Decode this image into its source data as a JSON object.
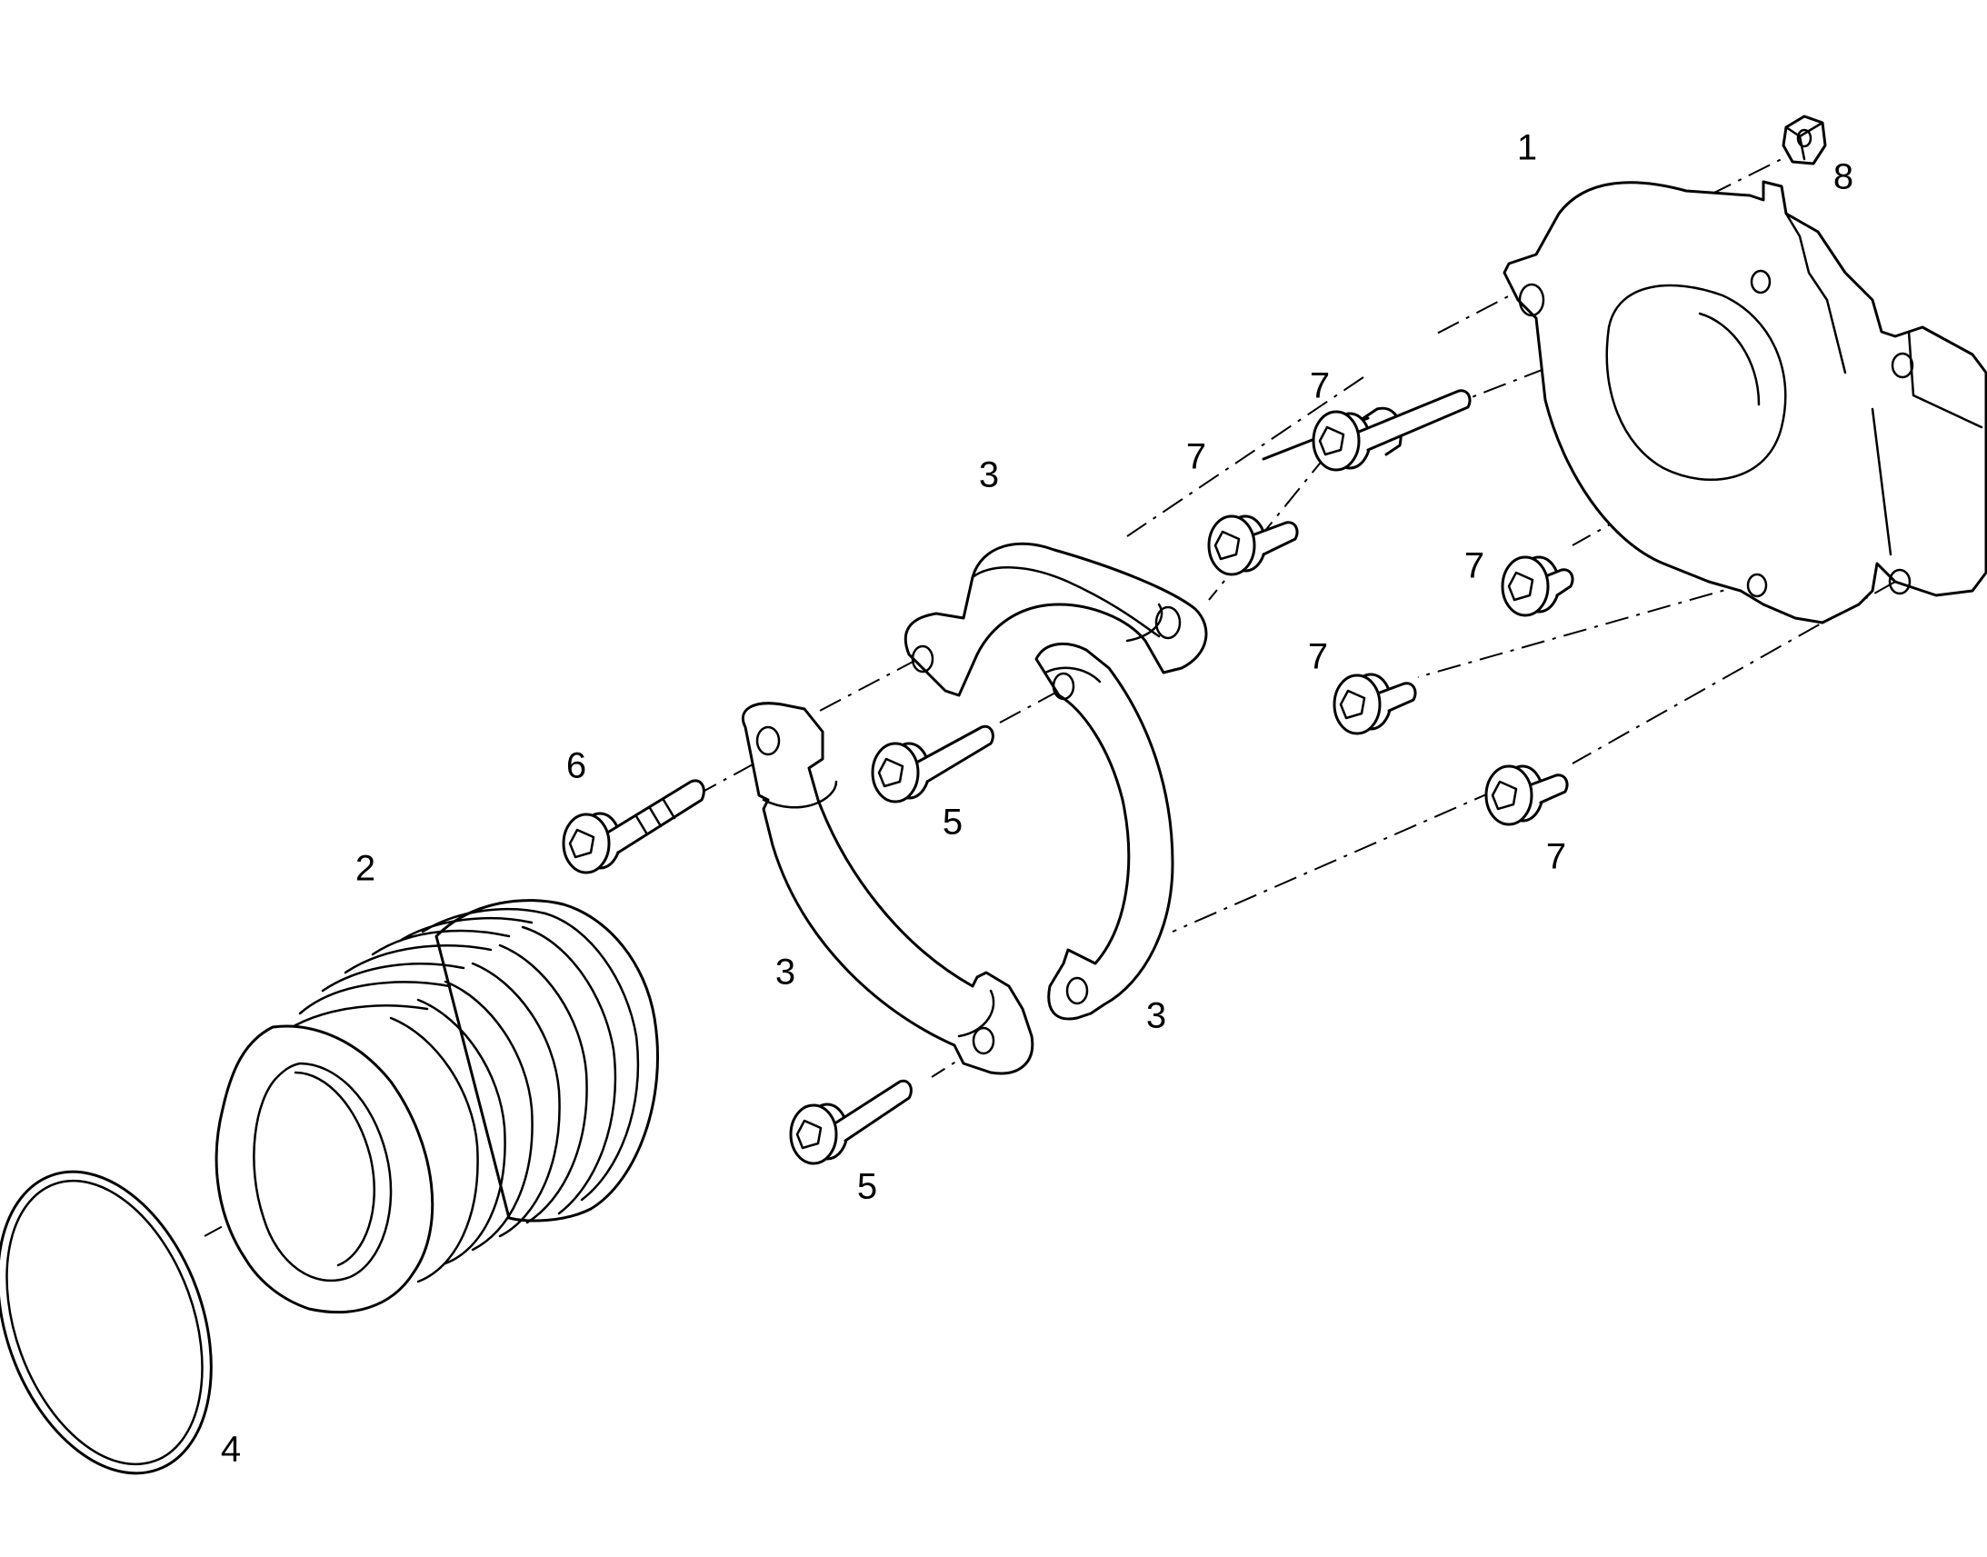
{
  "diagram": {
    "line_color": "#000000",
    "background_color": "#ffffff",
    "callouts": [
      {
        "id": "c1",
        "text": "1"
      },
      {
        "id": "c8",
        "text": "8"
      },
      {
        "id": "c7a",
        "text": "7"
      },
      {
        "id": "c7b",
        "text": "7"
      },
      {
        "id": "c7c",
        "text": "7"
      },
      {
        "id": "c7d",
        "text": "7"
      },
      {
        "id": "c7e",
        "text": "7"
      },
      {
        "id": "c3a",
        "text": "3"
      },
      {
        "id": "c3b",
        "text": "3"
      },
      {
        "id": "c3c",
        "text": "3"
      },
      {
        "id": "c6",
        "text": "6"
      },
      {
        "id": "c5a",
        "text": "5"
      },
      {
        "id": "c5b",
        "text": "5"
      },
      {
        "id": "c2",
        "text": "2"
      },
      {
        "id": "c4",
        "text": "4"
      }
    ]
  }
}
